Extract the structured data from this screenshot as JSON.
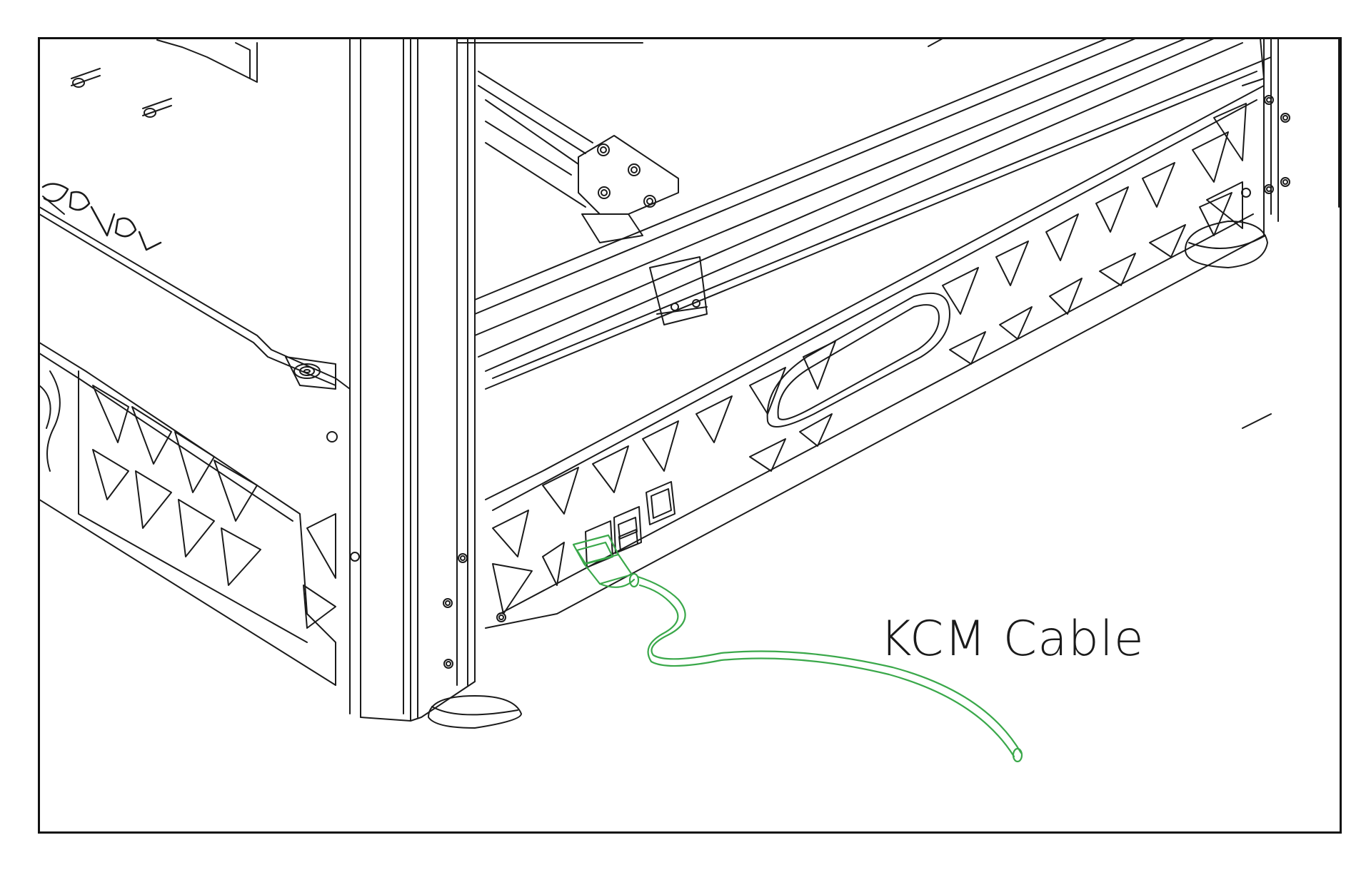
{
  "diagram": {
    "brand_text": "COVOL",
    "callout_label": "KCM Cable",
    "colors": {
      "line": "#1a1a1a",
      "highlight": "#3aa84a",
      "background": "#ffffff"
    },
    "icons": [
      "printer-frame-illustration",
      "usb-cable-icon"
    ]
  }
}
